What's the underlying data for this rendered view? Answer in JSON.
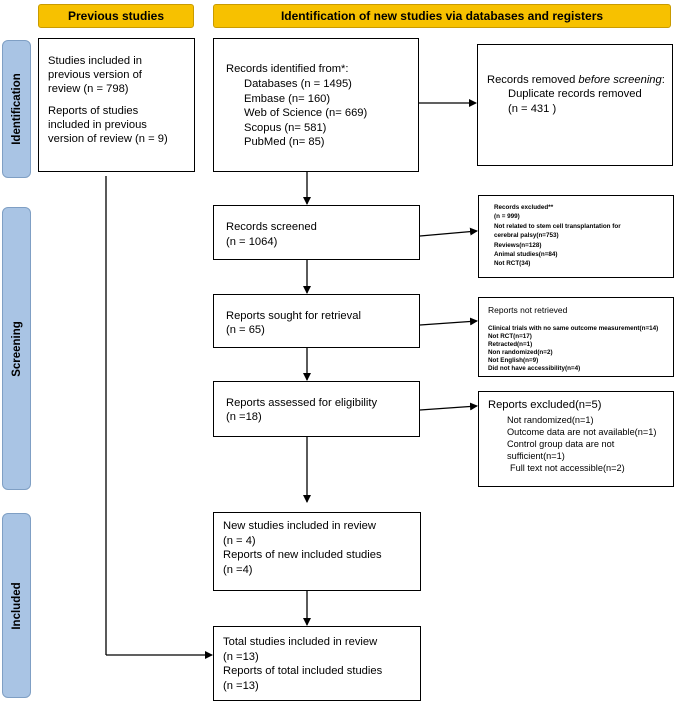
{
  "headers": {
    "previous": "Previous studies",
    "new": "Identification of new studies via databases and registers"
  },
  "stages": {
    "identification": "Identification",
    "screening": "Screening",
    "included": "Included"
  },
  "previous_box": {
    "line1": "Studies included in",
    "line2": "previous version of",
    "line3": "review (n = 798)",
    "line4": "Reports of studies",
    "line5": "included in previous",
    "line6": "version of review (n = 9)"
  },
  "records_identified": {
    "title": "Records identified from*:",
    "databases": "Databases (n = 1495)",
    "embase": "Embase (n= 160)",
    "wos": "Web of Science (n= 669)",
    "scopus": "Scopus (n= 581)",
    "pubmed": "PubMed (n= 85)"
  },
  "records_removed": {
    "title_pre": "Records removed ",
    "title_em": "before screening",
    "title_post": ":",
    "line2": "Duplicate records removed",
    "line3": "(n = 431 )"
  },
  "records_screened": {
    "title": "Records screened",
    "count": "(n = 1064)"
  },
  "records_excluded": {
    "title": "Records excluded**",
    "n": "(n = 999)",
    "l1": "Not related to stem cell transplantation for",
    "l2": "cerebral palsy(n=753)",
    "l3": "Reviews(n=128)",
    "l4": "Animal studies(n=84)",
    "l5": "Not RCT(34)"
  },
  "reports_sought": {
    "title": "Reports sought for retrieval",
    "count": "(n = 65)"
  },
  "reports_not_retrieved": {
    "title": "Reports not retrieved",
    "l1": "Clinical trials with no same outcome measurement(n=14)",
    "l2": "Not RCT(n=17)",
    "l3": "Retracted(n=1)",
    "l4": "Non randomized(n=2)",
    "l5": "Not English(n=9)",
    "l6": "Did not have accessibility(n=4)"
  },
  "reports_assessed": {
    "title": "Reports assessed for eligibility",
    "count": "(n =18)"
  },
  "reports_excluded": {
    "title": "Reports excluded(n=5)",
    "l1": "Not randomized(n=1)",
    "l2": "Outcome data are not available(n=1)",
    "l3": "Control group data are not",
    "l4": "sufficient(n=1)",
    "l5": "Full text not accessible(n=2)"
  },
  "new_included": {
    "l1": "New studies included in review",
    "l2": "(n = 4)",
    "l3": "Reports of new included studies",
    "l4": "(n =4)"
  },
  "total_included": {
    "l1": "Total studies included in review",
    "l2": "(n =13)",
    "l3": "Reports of total included studies",
    "l4": "(n =13)"
  }
}
